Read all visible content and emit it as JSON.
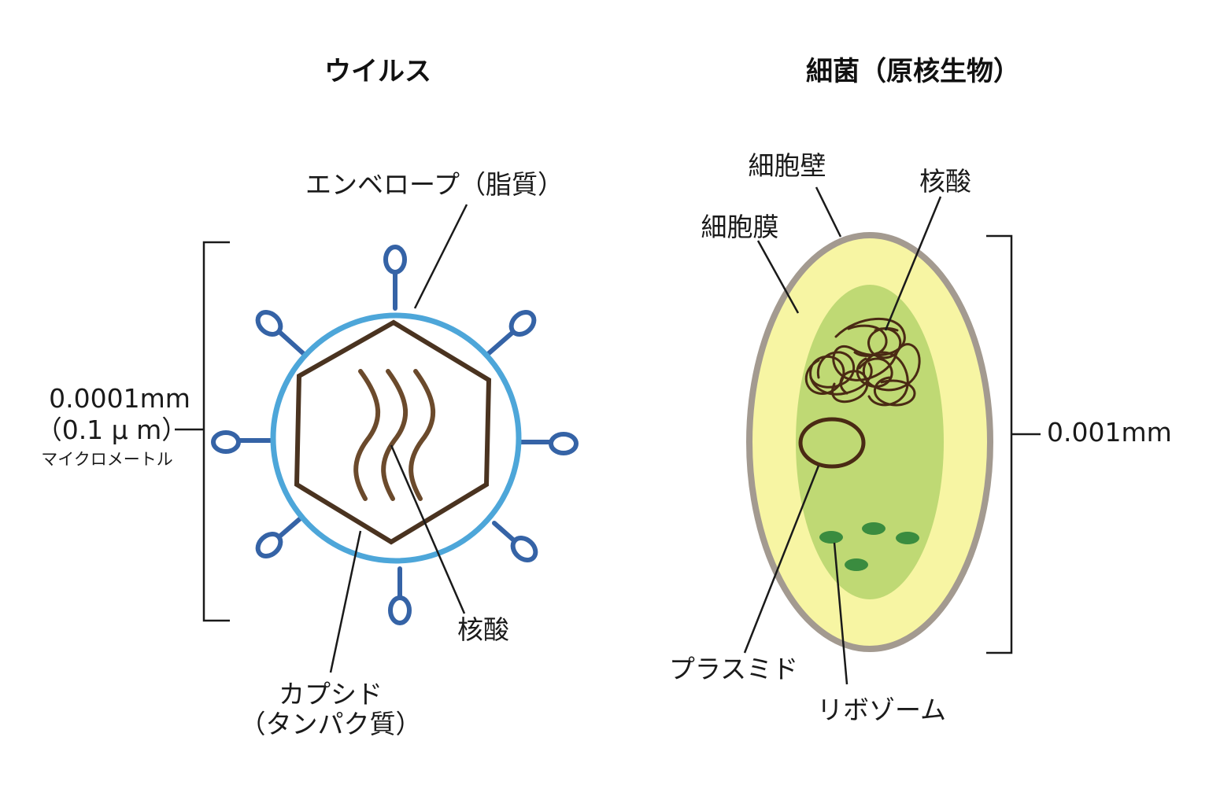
{
  "virus": {
    "title": "ウイルス",
    "envelope_label": "エンベロープ（脂質）",
    "nucleic_acid_label": "核酸",
    "capsid_label_line1": "カプシド",
    "capsid_label_line2": "（タンパク質）",
    "size_line1": "0.0001mm",
    "size_line2": "（0.1 μ m）",
    "size_note": "マイクロメートル"
  },
  "bacteria": {
    "title": "細菌（原核生物）",
    "cell_wall_label": "細胞壁",
    "cell_membrane_label": "細胞膜",
    "nucleic_acid_label": "核酸",
    "plasmid_label": "プラスミド",
    "ribosome_label": "リボゾーム",
    "size_label": "0.001mm"
  },
  "colors": {
    "envelope": "#4da6d9",
    "spike": "#3563a6",
    "capsid": "#4a3320",
    "nucleic_acid_virus": "#6b4a2c",
    "cell_wall": "#a39a90",
    "cytoplasm": "#f7f5a3",
    "nucleoid_region": "#bfd974",
    "ribosome": "#3a8c3f",
    "dna_bacteria": "#4a2a14",
    "leader_line": "#1a1a1a"
  }
}
